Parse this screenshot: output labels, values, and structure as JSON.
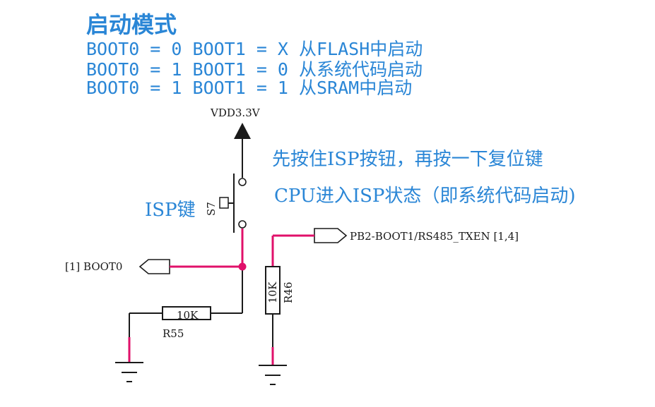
{
  "title": "启动模式",
  "boot_modes": [
    "BOOT0 = 0 BOOT1 = X 从FLASH中启动",
    "BOOT0 = 1 BOOT1 = 0 从系统代码启动",
    "BOOT0 = 1 BOOT1 = 1 从SRAM中启动"
  ],
  "power_label": "VDD3.3V",
  "notes": [
    "先按住ISP按钮，再按一下复位键",
    "CPU进入ISP状态（即系统代码启动)"
  ],
  "switch": {
    "name": "ISP键",
    "ref": "S7"
  },
  "boot0_port": "[1] BOOT0",
  "boot1_port": "PB2-BOOT1/RS485_TXEN [1,4]",
  "r55": {
    "value": "10K",
    "ref": "R55"
  },
  "r46": {
    "value": "10K",
    "ref": "R46"
  },
  "colors": {
    "text_blue": "#2a86d6",
    "net_pink": "#e0106a",
    "wire_black": "#1a1a1a"
  }
}
